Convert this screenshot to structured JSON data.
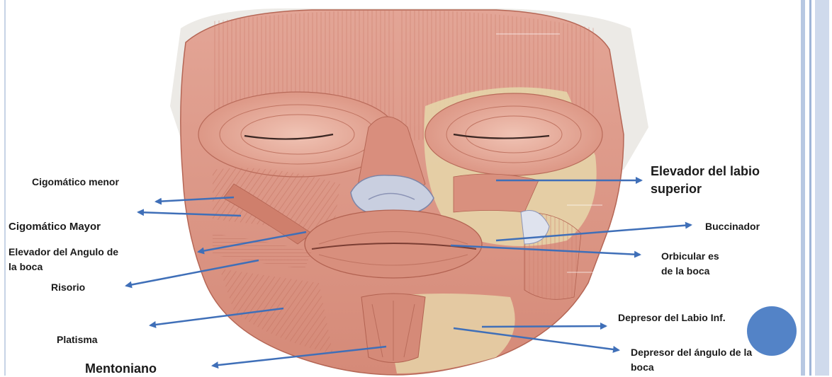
{
  "labels": {
    "cigomatico_menor": "Cigomático menor",
    "cigomatico_mayor": "Cigomático Mayor",
    "elevador_angulo_1": "Elevador del Angulo de",
    "elevador_angulo_2": "la boca",
    "risorio": "Risorio",
    "platisma": "Platisma",
    "mentoniano": "Mentoniano",
    "elevador_labio_1": "Elevador del labio",
    "elevador_labio_2": "superior",
    "buccinador": "Buccinador",
    "orbicular_1": "Orbicular es",
    "orbicular_2": "de la boca",
    "depresor_labio_inf": "Depresor del Labio Inf.",
    "depresor_angulo_1": "Depresor del ángulo de la",
    "depresor_angulo_2": "boca"
  },
  "colors": {
    "arrow": "#3f6fb8",
    "badge": "#4a7cc4",
    "muscle": "#d9897a",
    "muscle_dark": "#b8604f",
    "fat": "#e3d3a6",
    "rail": "#a9bddb"
  }
}
